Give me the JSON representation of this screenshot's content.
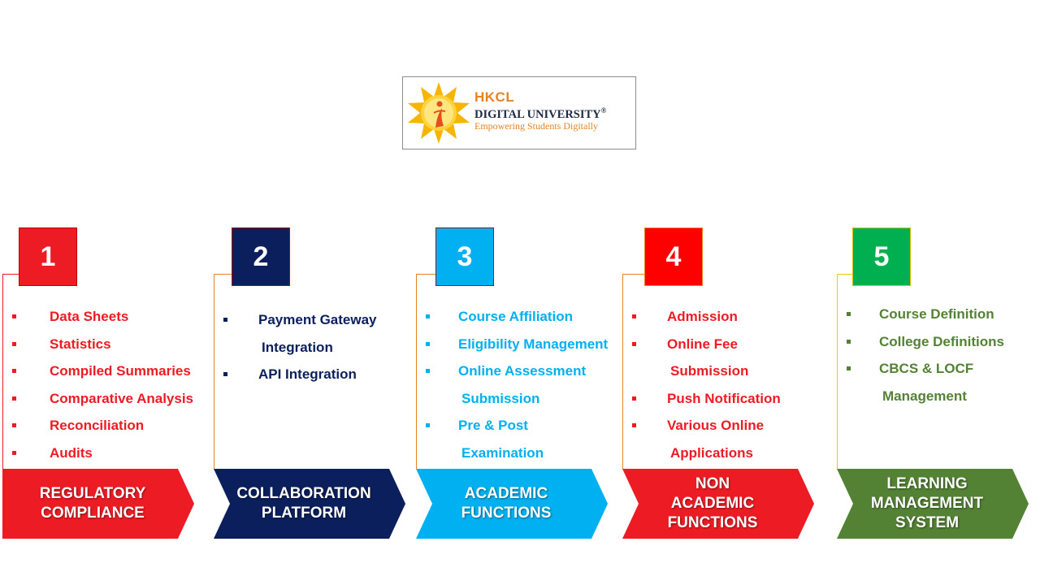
{
  "logo": {
    "line1": "HKCL",
    "line2": "DIGITAL UNIVERSITY",
    "registered": "®",
    "tagline": "Empowering Students Digitally"
  },
  "colors": {
    "red": "#ed1c24",
    "navy": "#0b1f5c",
    "sky": "#00b0f0",
    "bright_red": "#ff0000",
    "green": "#00b050",
    "olive": "#548235",
    "orange_frame": "#f4a460"
  },
  "columns": [
    {
      "number": "1",
      "title_lines": [
        "REGULATORY",
        "COMPLIANCE"
      ],
      "items": [
        {
          "text": "Data Sheets",
          "bullet": true
        },
        {
          "text": "Statistics",
          "bullet": true
        },
        {
          "text": "Compiled Summaries",
          "bullet": true
        },
        {
          "text": "Comparative Analysis",
          "bullet": true
        },
        {
          "text": "Reconciliation",
          "bullet": true
        },
        {
          "text": "Audits",
          "bullet": true
        }
      ]
    },
    {
      "number": "2",
      "title_lines": [
        "COLLABORATION",
        "PLATFORM"
      ],
      "items": [
        {
          "text": "Payment Gateway",
          "bullet": true
        },
        {
          "text": "Integration",
          "bullet": false
        },
        {
          "text": "API Integration",
          "bullet": true
        }
      ]
    },
    {
      "number": "3",
      "title_lines": [
        "ACADEMIC",
        "FUNCTIONS"
      ],
      "items": [
        {
          "text": "Course Affiliation",
          "bullet": true
        },
        {
          "text": "Eligibility Management",
          "bullet": true
        },
        {
          "text": "Online Assessment",
          "bullet": true
        },
        {
          "text": "Submission",
          "bullet": false
        },
        {
          "text": "Pre & Post",
          "bullet": true
        },
        {
          "text": "Examination",
          "bullet": false
        }
      ]
    },
    {
      "number": "4",
      "title_lines": [
        "NON",
        "ACADEMIC",
        "FUNCTIONS"
      ],
      "items": [
        {
          "text": "Admission",
          "bullet": true
        },
        {
          "text": "Online Fee",
          "bullet": true
        },
        {
          "text": "Submission",
          "bullet": false
        },
        {
          "text": "Push Notification",
          "bullet": true
        },
        {
          "text": "Various Online",
          "bullet": true
        },
        {
          "text": "Applications",
          "bullet": false
        }
      ]
    },
    {
      "number": "5",
      "title_lines": [
        "LEARNING",
        "MANAGEMENT",
        "SYSTEM"
      ],
      "items": [
        {
          "text": "Course Definition",
          "bullet": true
        },
        {
          "text": "College Definitions",
          "bullet": true
        },
        {
          "text": "CBCS & LOCF",
          "bullet": true
        },
        {
          "text": "Management",
          "bullet": false
        }
      ]
    }
  ]
}
